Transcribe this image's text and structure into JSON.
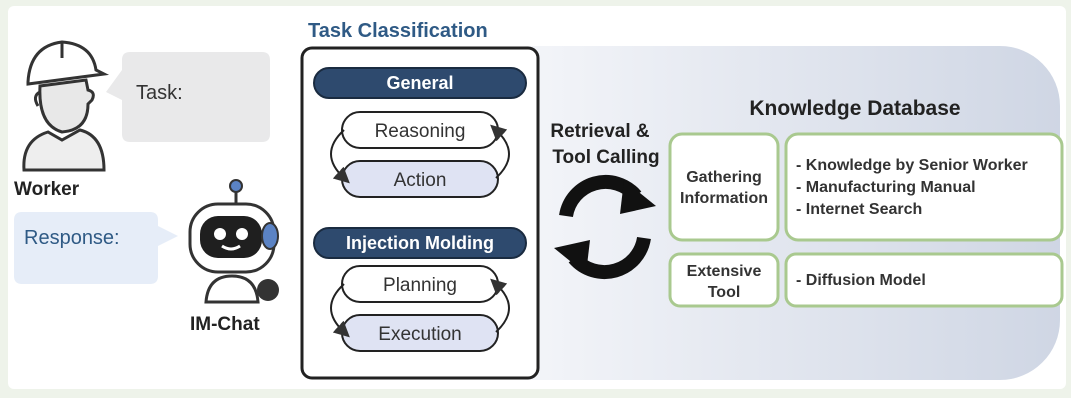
{
  "worker": {
    "label": "Worker",
    "bubble": "Task:"
  },
  "bot": {
    "label": "IM-Chat",
    "bubble": "Response:"
  },
  "classification": {
    "title": "Task Classification",
    "general": {
      "header": "General",
      "items": [
        "Reasoning",
        "Action"
      ]
    },
    "injection": {
      "header": "Injection Molding",
      "items": [
        "Planning",
        "Execution"
      ]
    }
  },
  "retrieval": {
    "line1": "Retrieval &",
    "line2": "Tool Calling"
  },
  "knowledge": {
    "title": "Knowledge Database",
    "gathering": {
      "label_line1": "Gathering",
      "label_line2": "Information",
      "items": [
        "- Knowledge by Senior Worker",
        "- Manufacturing Manual",
        "- Internet Search"
      ]
    },
    "tool": {
      "label_line1": "Extensive",
      "label_line2": "Tool",
      "items": [
        "- Diffusion Model"
      ]
    }
  },
  "colors": {
    "navy": "#2e4a6e",
    "title_blue": "#2f5a85",
    "green_border": "#a9c98f",
    "lavender": "#dfe3f3"
  }
}
